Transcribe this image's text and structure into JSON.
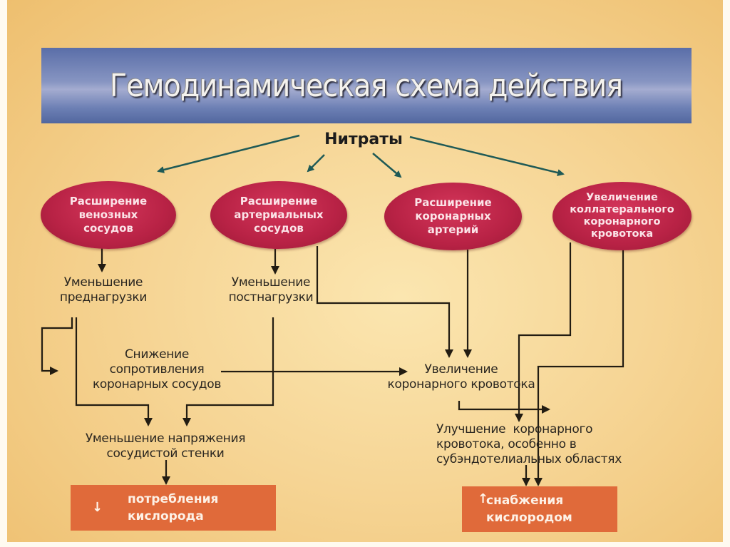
{
  "title": "Гемодинамическая схема действия",
  "root": "Нитраты",
  "effects": [
    {
      "id": "venous",
      "lines": [
        "Расширение",
        "венозных",
        "сосудов"
      ]
    },
    {
      "id": "arterial",
      "lines": [
        "Расширение",
        "артериальных",
        "сосудов"
      ]
    },
    {
      "id": "coronary",
      "lines": [
        "Расширение",
        "коронарных",
        "артерий"
      ]
    },
    {
      "id": "collateral",
      "lines": [
        "Увеличение",
        "коллатерального",
        "коронарного",
        "кровотока"
      ]
    }
  ],
  "intermediate": {
    "preload": [
      "Уменьшение",
      "преднагрузки"
    ],
    "afterload": [
      "Уменьшение",
      "постнагрузки"
    ],
    "resistance": [
      "Снижение",
      "сопротивления",
      "коронарных сосудов"
    ],
    "flow_increase": [
      "Увеличение",
      "коронарного кровотока"
    ],
    "wall_tension": [
      "Уменьшение напряжения",
      "сосудистой стенки"
    ],
    "flow_improvement": [
      "Улучшение  коронарного",
      "кровотока, особенно в",
      "субэндотелиальных областях"
    ]
  },
  "outcomes": {
    "left": {
      "arrow": "down-arrow",
      "lines": [
        "потребления",
        "кислорода"
      ]
    },
    "right": {
      "arrow": "up-arrow",
      "lines": [
        "снабжения",
        "кислородом"
      ]
    }
  },
  "colors": {
    "title_bar": "#6b7db3",
    "ellipse": "#b82245",
    "outcome_box": "#e06a3a",
    "root_arrows": "#1f5a56",
    "flow_lines": "#2a2418",
    "background": "#f6d595"
  }
}
